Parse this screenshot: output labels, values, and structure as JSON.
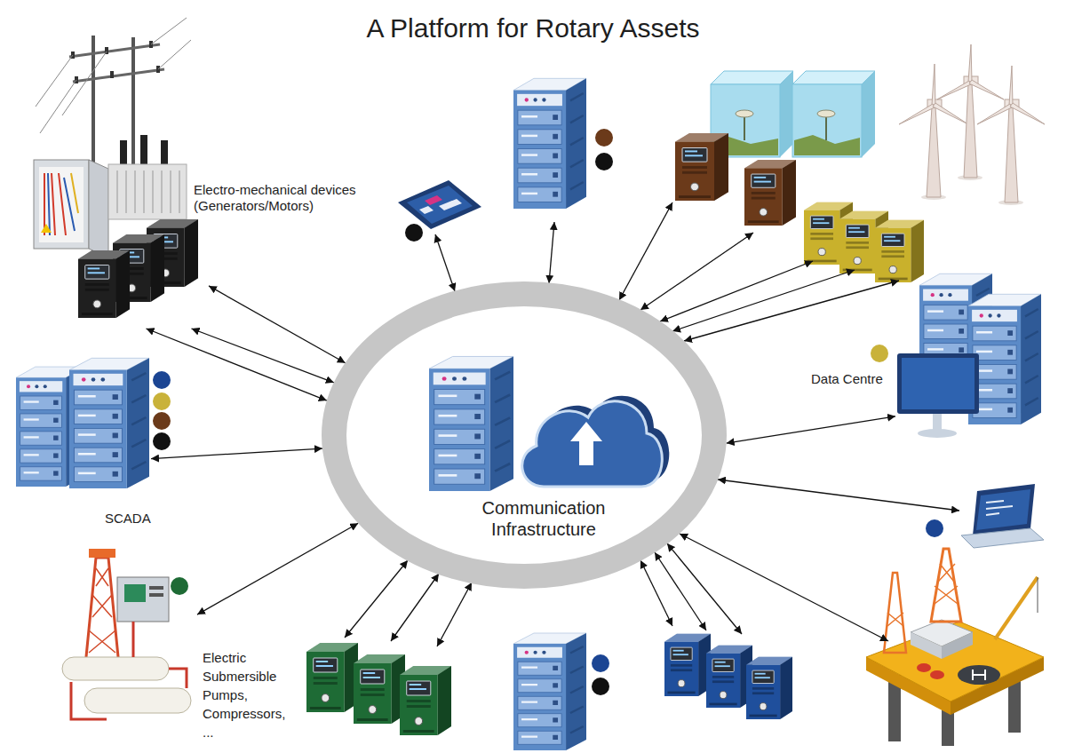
{
  "diagram": {
    "title": "A Platform for Rotary Assets",
    "nodes": [
      {
        "text": [
          "Electro-mechanical devices (Generators/Motors)"
        ]
      },
      {
        "text": [
          "Data Centre"
        ]
      },
      {
        "text": [
          "SCADA"
        ]
      },
      {
        "text": [
          "Communication Infrastructure"
        ]
      },
      {
        "text": [
          "Electric Submersible Pumps, Compressors, ..."
        ]
      }
    ],
    "edges": [
      {
        "from": 0,
        "to": 3,
        "arrow": "both"
      },
      {
        "from": 0,
        "to": 3,
        "arrow": "both"
      },
      {
        "from": 0,
        "to": 3,
        "arrow": "both"
      },
      {
        "from": 1,
        "to": 3,
        "arrow": "both"
      },
      {
        "from": 2,
        "to": 3,
        "arrow": "both"
      },
      {
        "from": 4,
        "to": 3,
        "arrow": "both"
      }
    ]
  }
}
